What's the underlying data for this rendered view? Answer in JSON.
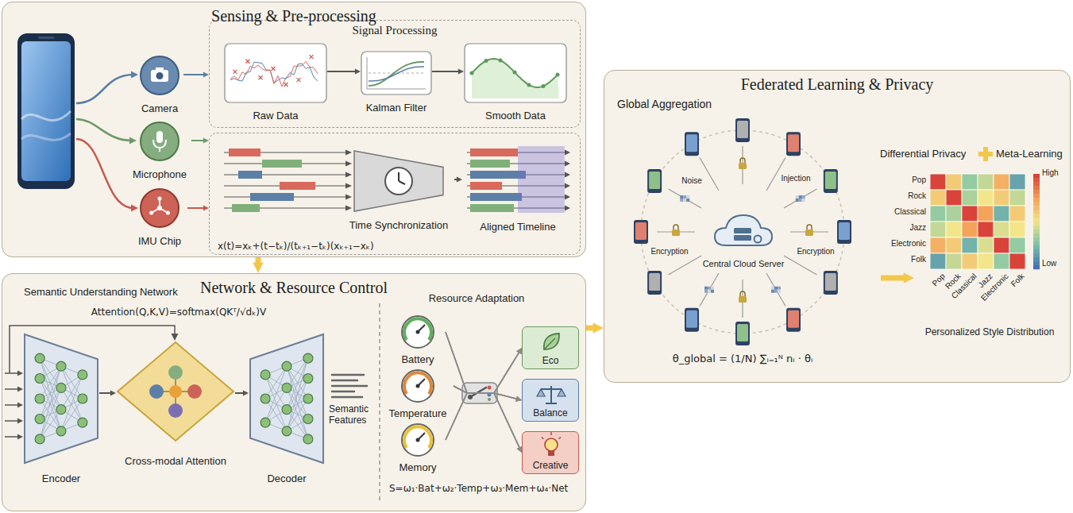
{
  "diagram": {
    "nodes": [
      {
        "text": [
          "Sensing & Pre-processing"
        ]
      },
      {
        "text": [
          "Camera"
        ],
        "in": 0
      },
      {
        "text": [
          "Microphone"
        ],
        "in": 0
      },
      {
        "text": [
          "IMU Chip"
        ],
        "in": 0
      },
      {
        "text": [
          "Signal Processing"
        ],
        "in": 0
      },
      {
        "text": [
          "Raw Data"
        ],
        "in": 4
      },
      {
        "text": [
          "Kalman Filter"
        ],
        "in": 4
      },
      {
        "text": [
          "Smooth Data"
        ],
        "in": 4
      },
      {
        "text": [
          "x(t)=xₖ+(t−tₖ)/(tₖ₊₁−tₖ)(xₖ₊₁−xₖ)"
        ],
        "in": 0
      },
      {
        "text": [
          "Time Synchronization"
        ],
        "in": 8
      },
      {
        "text": [
          "Aligned Timeline"
        ],
        "in": 8
      },
      {
        "text": [
          "Network & Resource Control"
        ]
      },
      {
        "text": [
          "Encoder"
        ],
        "in": 11
      },
      {
        "text": [
          "Cross-modal Attention"
        ],
        "in": 11
      },
      {
        "text": [
          "Decoder"
        ],
        "in": 11
      },
      {
        "text": [
          "Battery"
        ],
        "in": 11
      },
      {
        "text": [
          "Temperature"
        ],
        "in": 11
      },
      {
        "text": [
          "Memory"
        ],
        "in": 11
      },
      {
        "text": [
          "Eco"
        ],
        "in": 11
      },
      {
        "text": [
          "Balance"
        ],
        "in": 11
      },
      {
        "text": [
          "Creative"
        ],
        "in": 11
      },
      {
        "text": [
          "Federated Learning & Privacy"
        ]
      },
      {
        "text": [
          "Global Aggregation"
        ],
        "in": 21
      },
      {
        "text": [
          "Central Cloud Server"
        ],
        "in": 22
      },
      {
        "text": [
          "Personalized Style Distribution"
        ],
        "in": 21
      }
    ],
    "edges": [
      {
        "from": 1,
        "to": 4,
        "arrow": "to"
      },
      {
        "from": 2,
        "to": 8,
        "arrow": "to"
      },
      {
        "from": 3,
        "to": 8,
        "arrow": "to"
      },
      {
        "from": 5,
        "to": 6,
        "arrow": "to"
      },
      {
        "from": 6,
        "to": 7,
        "arrow": "to"
      },
      {
        "from": 9,
        "to": 10,
        "arrow": "to"
      },
      {
        "from": 0,
        "to": 11,
        "arrow": "to"
      },
      {
        "from": 12,
        "to": 13,
        "arrow": "to"
      },
      {
        "from": 13,
        "to": 14,
        "arrow": "to"
      },
      {
        "from": 15,
        "to": 18,
        "arrow": "to"
      },
      {
        "from": 15,
        "to": 19,
        "arrow": "to"
      },
      {
        "from": 15,
        "to": 20,
        "arrow": "to"
      },
      {
        "from": 16,
        "to": 18,
        "arrow": "to"
      },
      {
        "from": 16,
        "to": 19,
        "arrow": "to"
      },
      {
        "from": 16,
        "to": 20,
        "arrow": "to"
      },
      {
        "from": 17,
        "to": 18,
        "arrow": "to"
      },
      {
        "from": 17,
        "to": 19,
        "arrow": "to"
      },
      {
        "from": 17,
        "to": 20,
        "arrow": "to"
      },
      {
        "from": 11,
        "to": 21,
        "arrow": "to"
      },
      {
        "from": 22,
        "to": 24,
        "arrow": "to"
      }
    ],
    "labels": [
      "Semantic Understanding Network",
      "Attention(Q,K,V)=softmax(QKᵀ/√dₖ)V",
      "Semantic Features",
      "Resource Adaptation",
      "S=ω₁·Bat+ω₂·Temp+ω₃·Mem+ω₄·Net",
      "Differential Privacy",
      "Meta-Learning",
      "Noise",
      "Injection",
      "Encryption",
      "Encryption",
      "θ_global = (1/N) ∑ᵢ₌₁ᴺ nᵢ · θᵢ",
      "Pop",
      "Rock",
      "Classical",
      "Jazz",
      "Electronic",
      "Folk",
      "Pop",
      "Rock",
      "Classical",
      "Jazz",
      "Electronic",
      "Folk",
      "High",
      "Low"
    ]
  }
}
